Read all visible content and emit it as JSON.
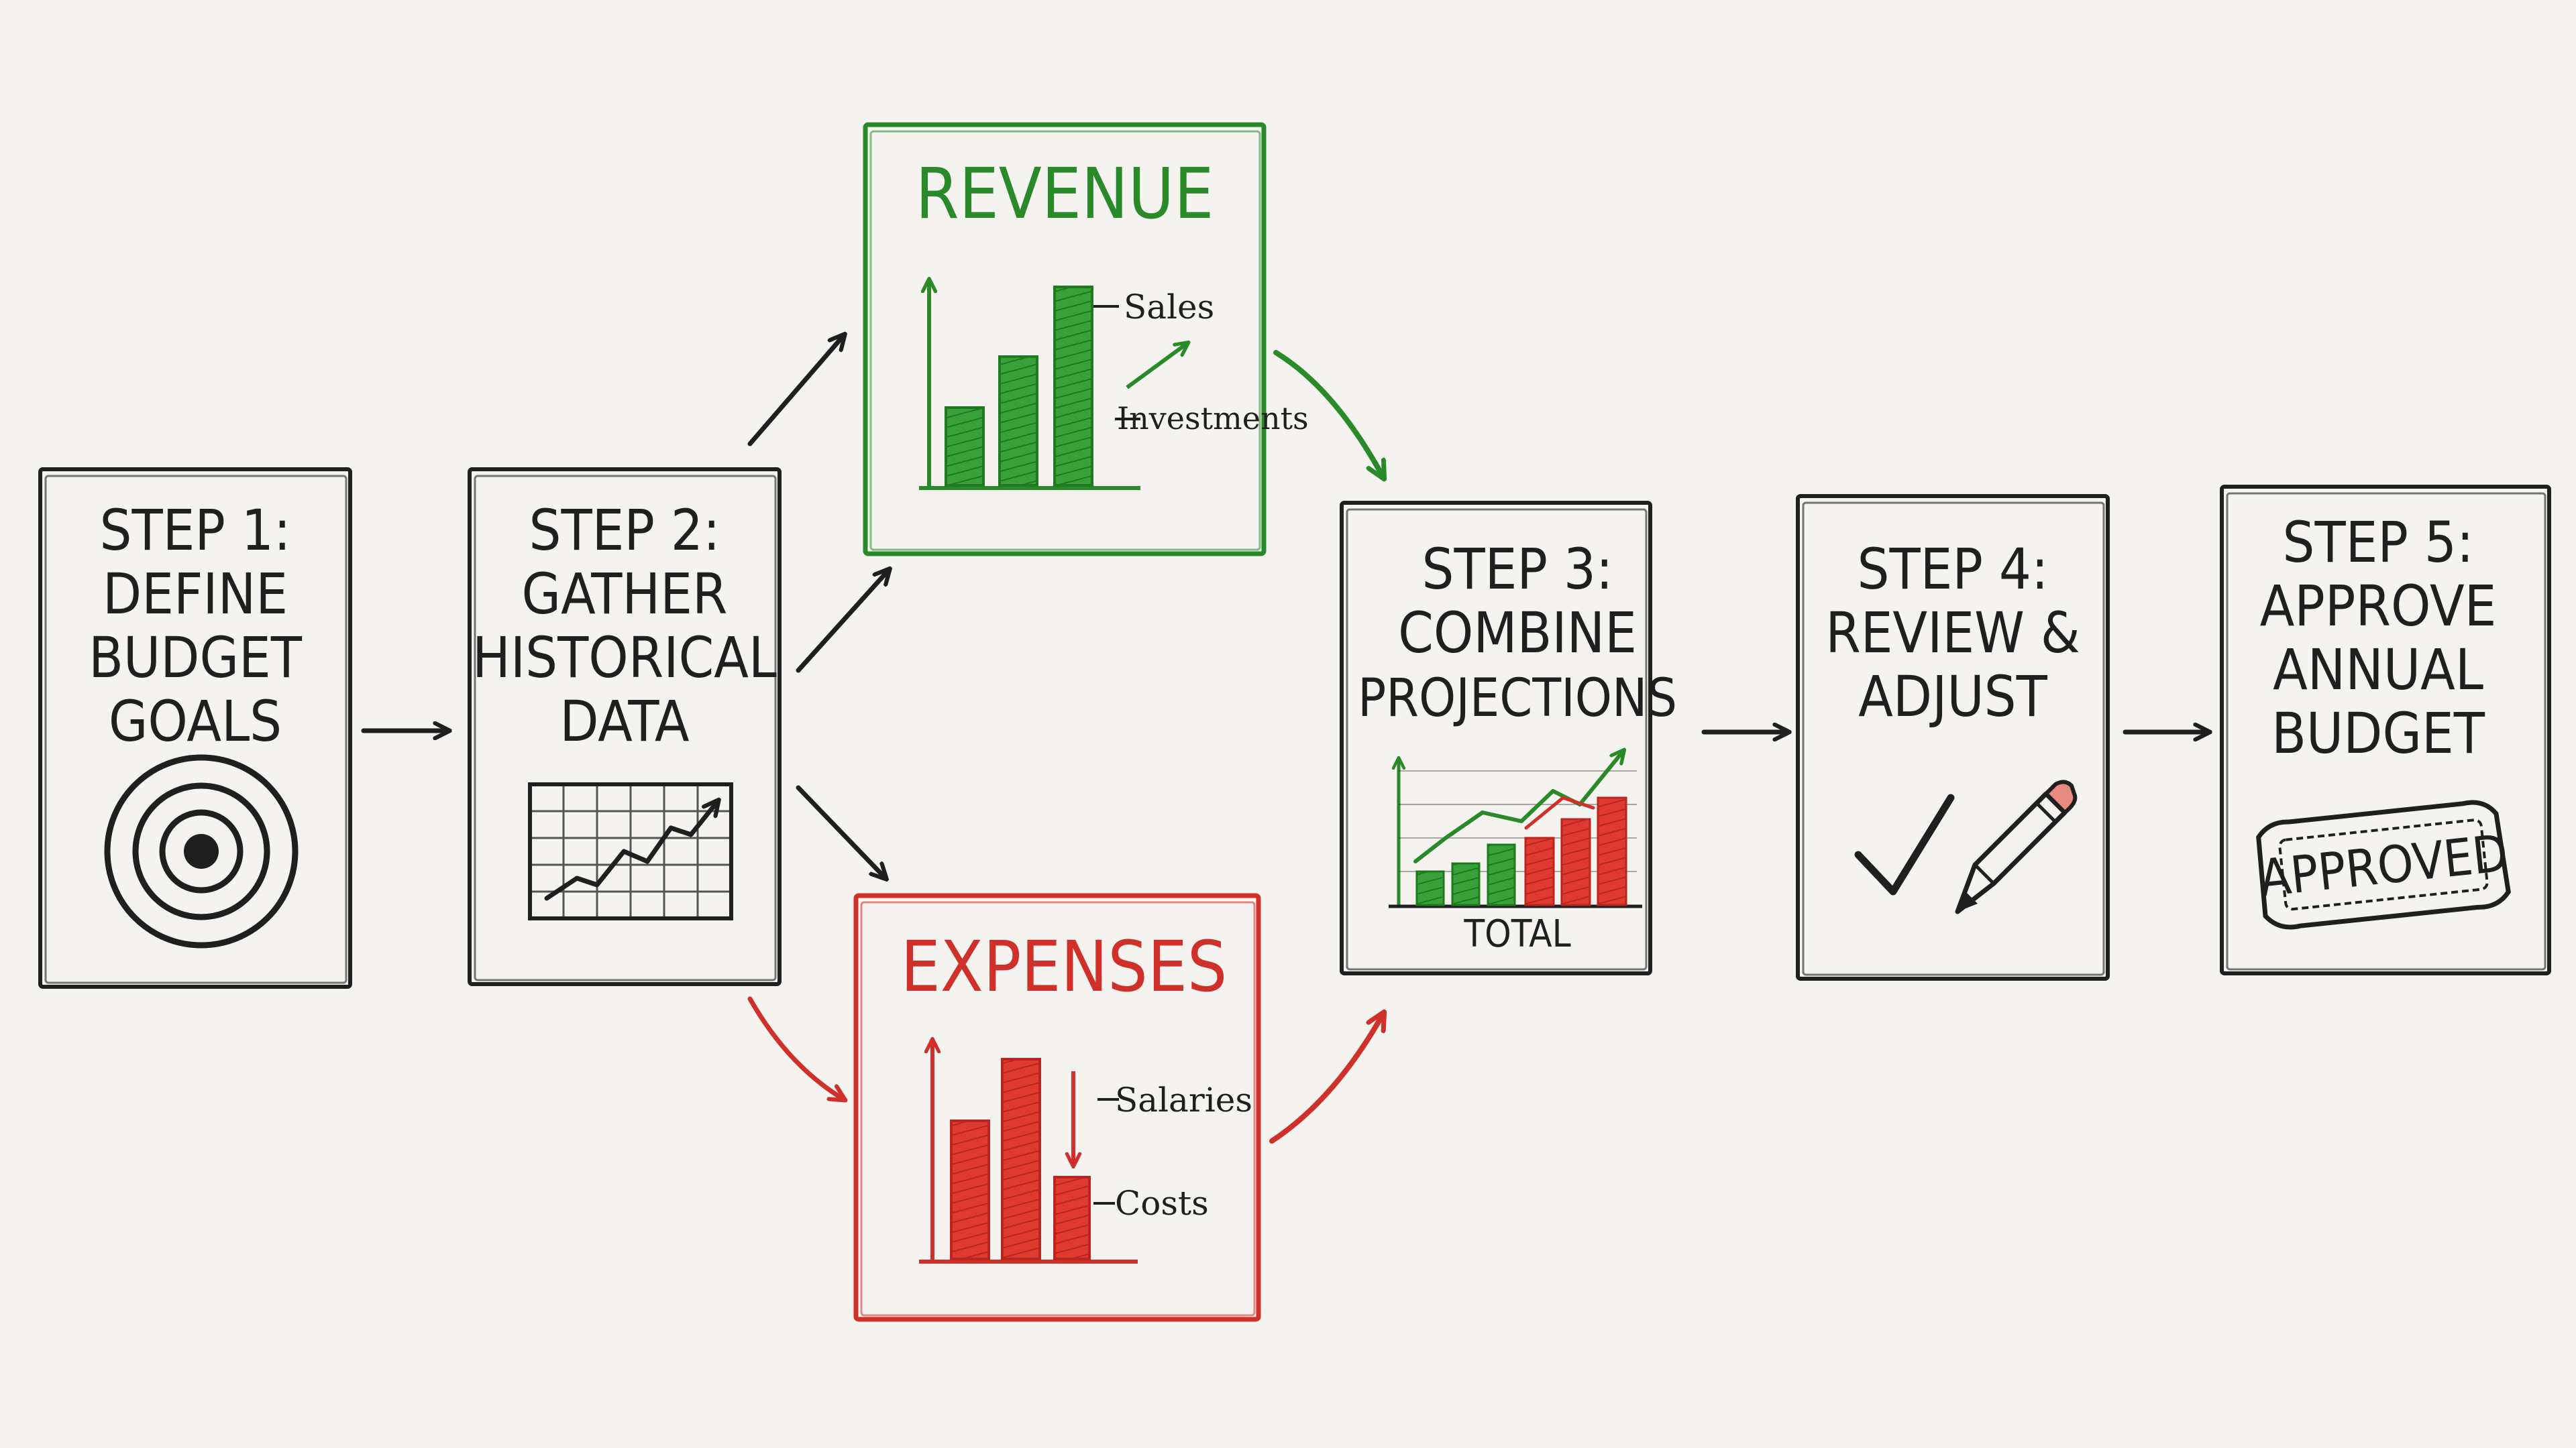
{
  "steps": [
    {
      "lines": [
        "STEP 1:",
        "DEFINE",
        "BUDGET",
        "GOALS"
      ],
      "icon": "target-icon"
    },
    {
      "lines": [
        "STEP 2:",
        "GATHER",
        "HISTORICAL",
        "DATA"
      ],
      "icon": "line-chart-icon"
    },
    {
      "lines": [
        "STEP 3:",
        "COMBINE",
        "PROJECTIONS"
      ],
      "icon": "combined-bar-chart-icon",
      "chart_label": "TOTAL"
    },
    {
      "lines": [
        "STEP 4:",
        "REVIEW &",
        "ADJUST"
      ],
      "icon": "checkmark-pencil-icon"
    },
    {
      "lines": [
        "STEP 5:",
        "APPROVE",
        "ANNUAL",
        "BUDGET"
      ],
      "icon": "approved-stamp-icon",
      "stamp": "APPROVED"
    }
  ],
  "revenue": {
    "title": "REVENUE",
    "labels": [
      "Sales",
      "Investments"
    ],
    "color": "#2a8a2a"
  },
  "expenses": {
    "title": "EXPENSES",
    "labels": [
      "Salaries",
      "Costs"
    ],
    "color": "#d0302a"
  },
  "colors": {
    "ink": "#1f1f1f",
    "green": "#2a8a2a",
    "red": "#d0302a",
    "paper": "#f4f3ef"
  }
}
